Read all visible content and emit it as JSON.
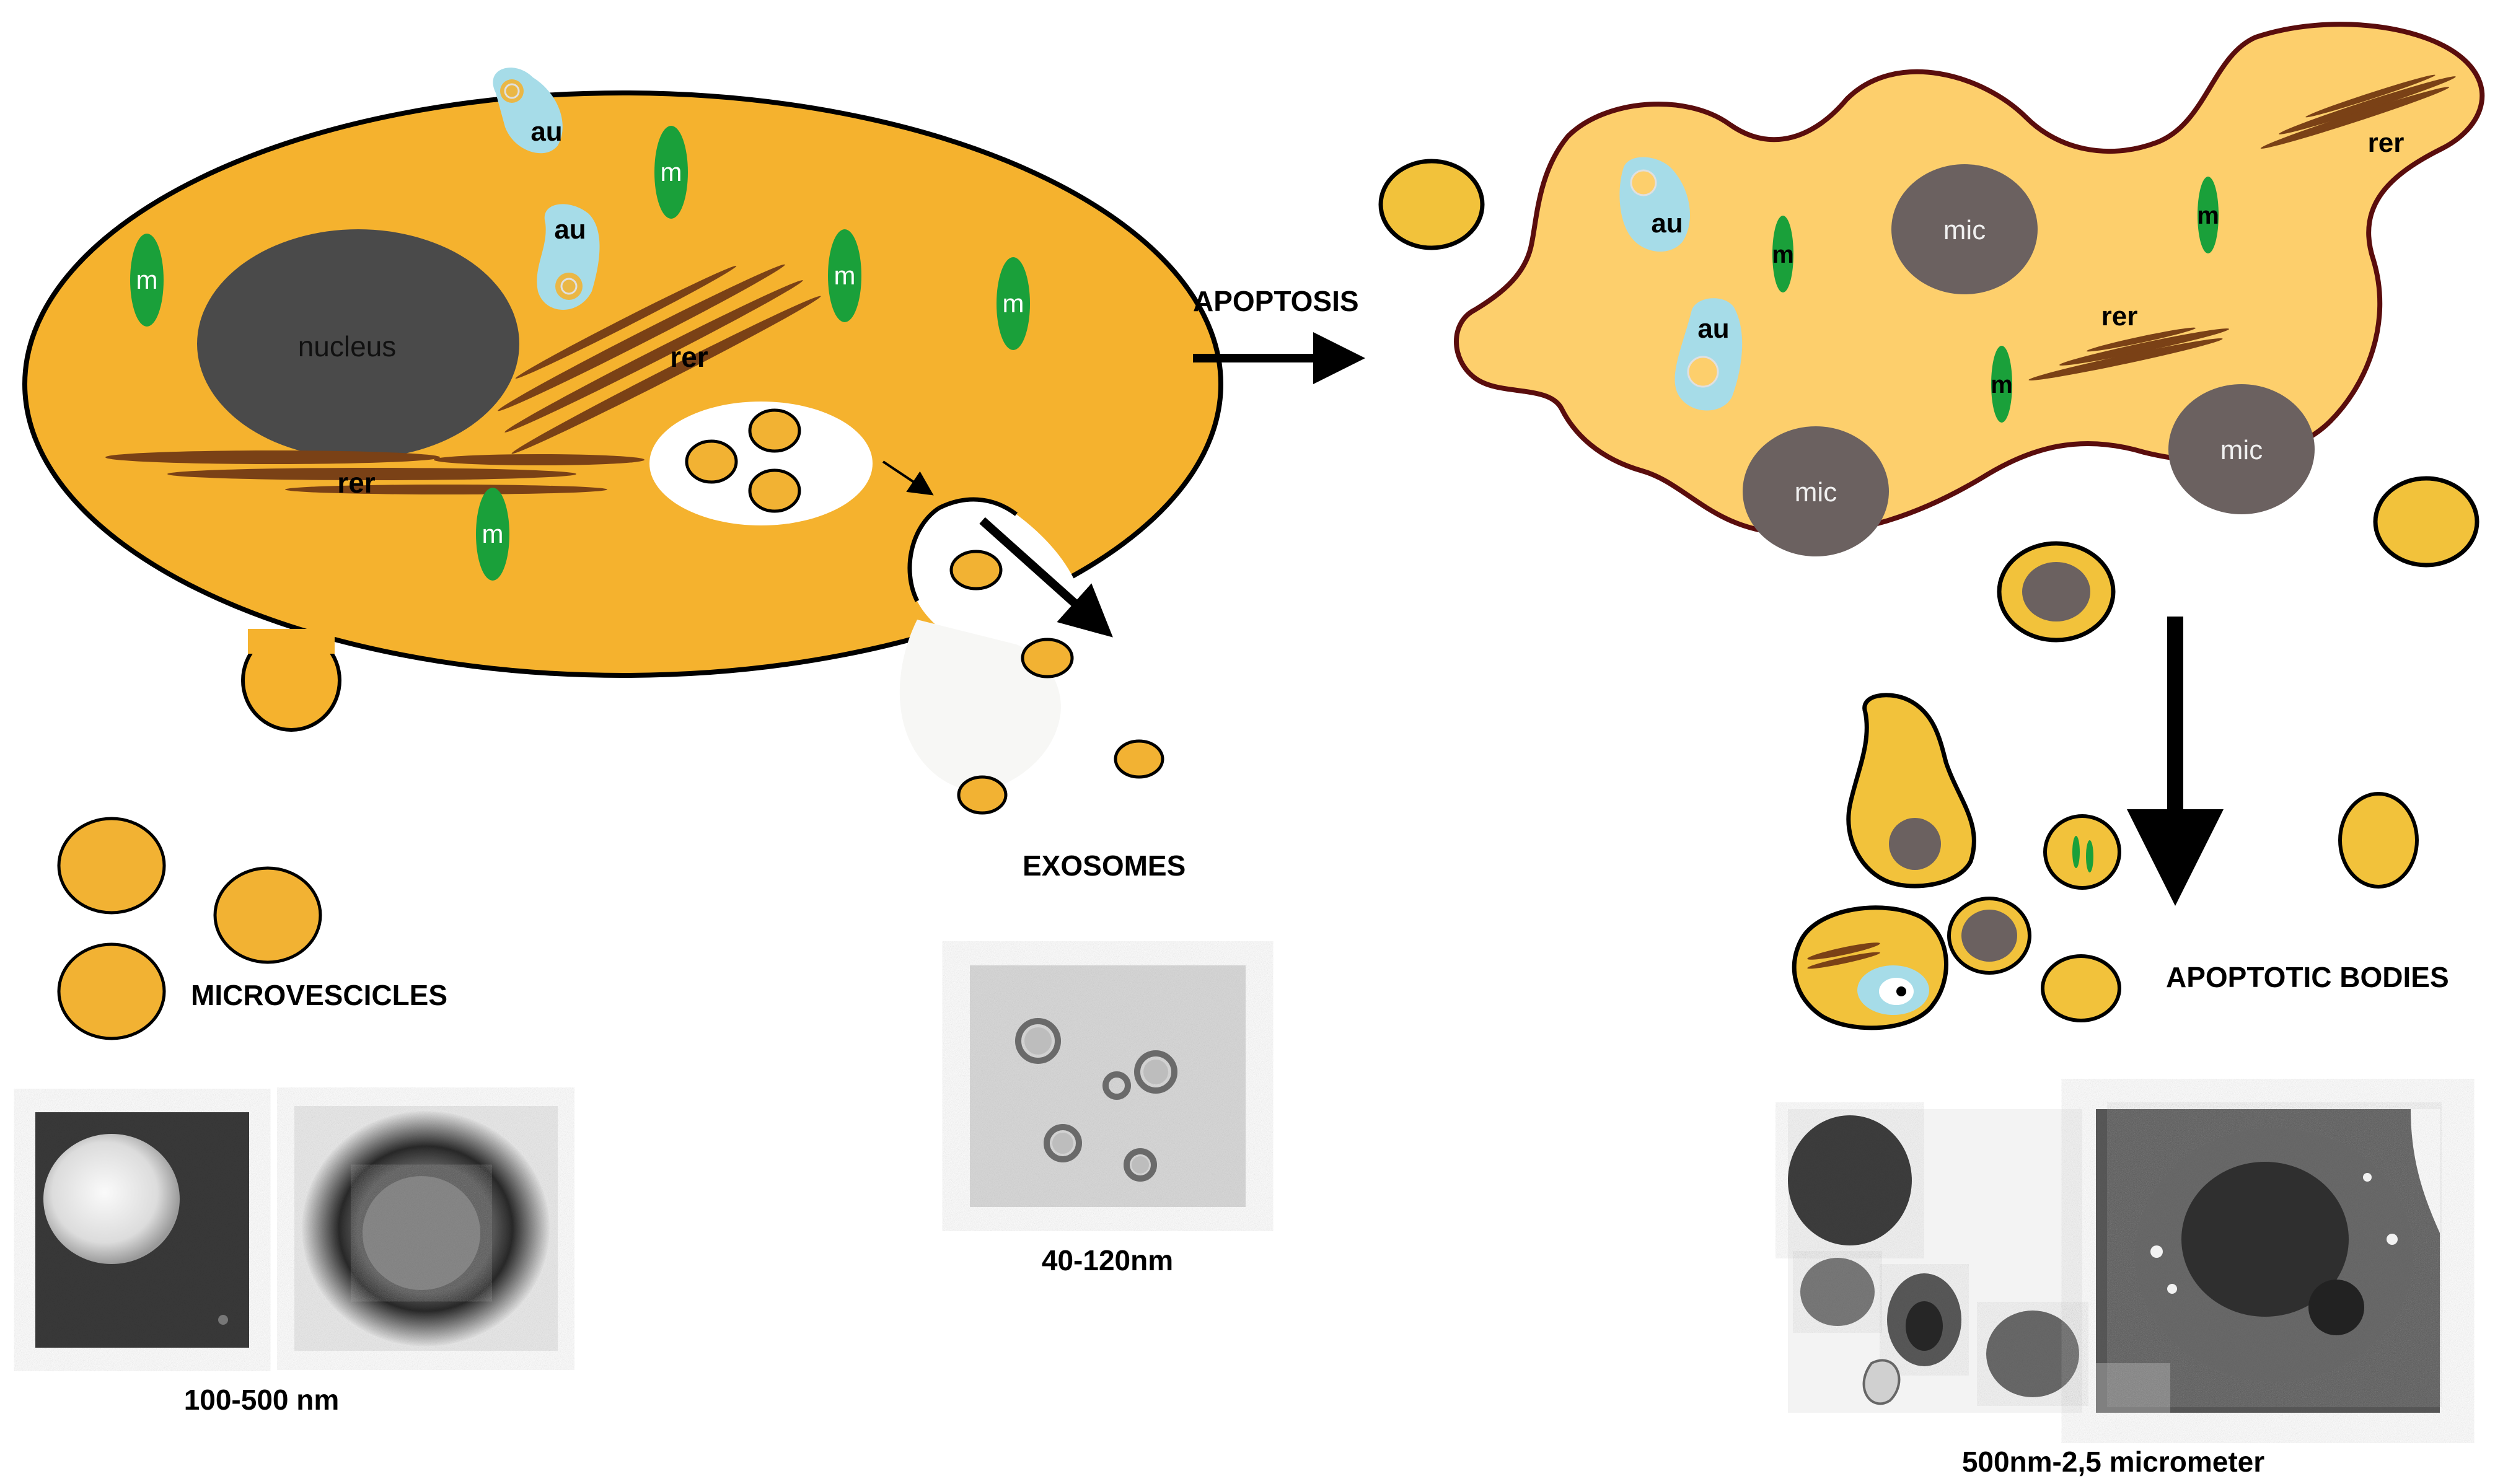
{
  "colors": {
    "cytoplasm": "#f5b22e",
    "apoptotic_cytoplasm": "#fdcf6c",
    "apoptotic_outline": "#5a0d0d",
    "vesicle": "#f2b233",
    "nucleus": "#4a4a4a",
    "micronucleus": "#6b6160",
    "mitochondria": "#1aa03a",
    "er": "#7a4116",
    "autophagosome": "#a6dce8",
    "mvb": "#ffffff"
  },
  "organelles": {
    "nucleus": "nucleus",
    "rer": "rer",
    "mitochondrion": "m",
    "autophagosome": "au",
    "micronucleus": "mic"
  },
  "process": {
    "apoptosis": "APOPTOSIS"
  },
  "vesicles": {
    "microvesicles": {
      "title": "MICROVESCICLES",
      "size": "100-500 nm"
    },
    "exosomes": {
      "title": "EXOSOMES",
      "size": "40-120nm"
    },
    "apoptotic_bodies": {
      "title": "APOPTOTIC BODIES",
      "size": "500nm-2,5 micrometer"
    }
  }
}
